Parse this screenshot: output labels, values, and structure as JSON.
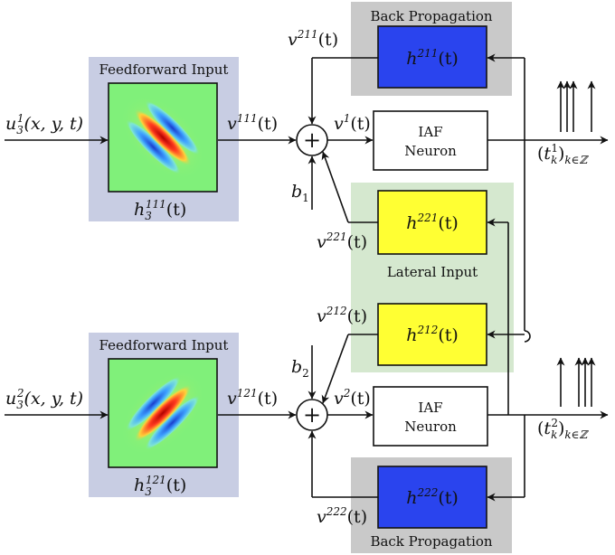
{
  "panels": {
    "backprop_top": "Back Propagation",
    "backprop_bottom": "Back Propagation",
    "feedforward_top": "Feedforward Input",
    "feedforward_bottom": "Feedforward Input",
    "lateral": "Lateral Input"
  },
  "neurons": {
    "n1": {
      "line1": "IAF",
      "line2": "Neuron"
    },
    "n2": {
      "line1": "IAF",
      "line2": "Neuron"
    }
  },
  "filters": {
    "h211": {
      "base": "h",
      "sup": "211",
      "arg": "(t)"
    },
    "h221": {
      "base": "h",
      "sup": "221",
      "arg": "(t)"
    },
    "h212": {
      "base": "h",
      "sup": "212",
      "arg": "(t)"
    },
    "h222": {
      "base": "h",
      "sup": "222",
      "arg": "(t)"
    },
    "h3_111": {
      "base": "h",
      "sub": "3",
      "sup": "111",
      "arg": "(t)"
    },
    "h3_121": {
      "base": "h",
      "sub": "3",
      "sup": "121",
      "arg": "(t)"
    }
  },
  "signals": {
    "u1": {
      "base": "u",
      "sub": "3",
      "sup": "1",
      "arg": "(x, y, t)"
    },
    "u2": {
      "base": "u",
      "sub": "3",
      "sup": "2",
      "arg": "(x, y, t)"
    },
    "v111": {
      "base": "v",
      "sup": "111",
      "arg": "(t)"
    },
    "v121": {
      "base": "v",
      "sup": "121",
      "arg": "(t)"
    },
    "v211": {
      "base": "v",
      "sup": "211",
      "arg": "(t)"
    },
    "v221": {
      "base": "v",
      "sup": "221",
      "arg": "(t)"
    },
    "v212": {
      "base": "v",
      "sup": "212",
      "arg": "(t)"
    },
    "v222": {
      "base": "v",
      "sup": "222",
      "arg": "(t)"
    },
    "v1": {
      "base": "v",
      "sup": "1",
      "arg": "(t)"
    },
    "v2": {
      "base": "v",
      "sup": "2",
      "arg": "(t)"
    },
    "b1": {
      "base": "b",
      "sub": "1"
    },
    "b2": {
      "base": "b",
      "sub": "2"
    }
  },
  "outputs": {
    "t1": {
      "open": "(",
      "base": "t",
      "sub": "k",
      "sup": "1",
      "close": ")",
      "sub2": "k∈ℤ"
    },
    "t2": {
      "open": "(",
      "base": "t",
      "sub": "k",
      "sup": "2",
      "close": ")",
      "sub2": "k∈ℤ"
    }
  },
  "sum_symbol": "+",
  "colors": {
    "backprop_panel": "#c9c9c9",
    "feedforward_panel": "#c8cde3",
    "lateral_panel": "#d5e8cf",
    "backprop_filter": "#2a44ee",
    "lateral_filter": "#ffff33",
    "gabor_bg": "#80f07a"
  }
}
